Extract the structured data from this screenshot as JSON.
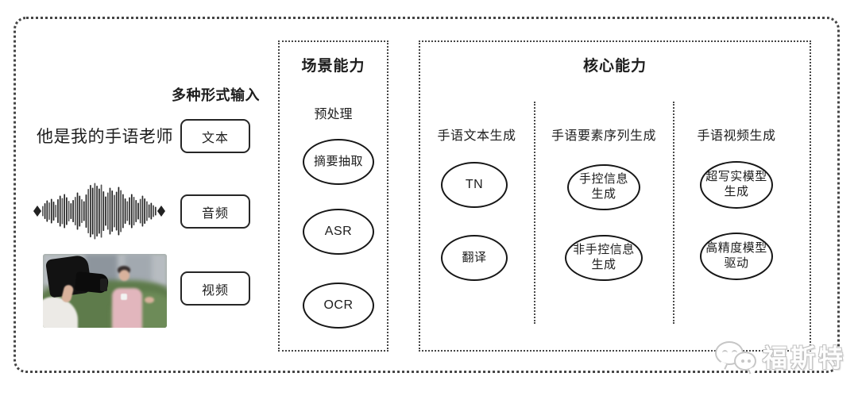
{
  "input_section": {
    "title": "多种形式输入",
    "sample_text": "他是我的手语老师",
    "boxes": [
      {
        "label": "文本"
      },
      {
        "label": "音频"
      },
      {
        "label": "视频"
      }
    ]
  },
  "scene_panel": {
    "title": "场景能力",
    "stage_label": "预处理",
    "nodes": [
      {
        "label": "摘要抽取"
      },
      {
        "label": "ASR"
      },
      {
        "label": "OCR"
      }
    ]
  },
  "core_panel": {
    "title": "核心能力",
    "columns": [
      {
        "label": "手语文本生成",
        "nodes": [
          {
            "label": "TN"
          },
          {
            "label": "翻译"
          }
        ]
      },
      {
        "label": "手语要素序列生成",
        "nodes": [
          {
            "label": "手控信息\n生成"
          },
          {
            "label": "非手控信息\n生成"
          }
        ]
      },
      {
        "label": "手语视频生成",
        "nodes": [
          {
            "label": "超写实模型\n生成"
          },
          {
            "label": "高精度模型\n驱动"
          }
        ]
      }
    ]
  },
  "watermark": {
    "text": "福斯特",
    "icon": "wechat-icon"
  },
  "colors": {
    "line": "#161616",
    "dotted_border": "#454545",
    "text": "#1d1d1d",
    "watermark_gray": "#c6c6c6",
    "background": "#ffffff"
  }
}
